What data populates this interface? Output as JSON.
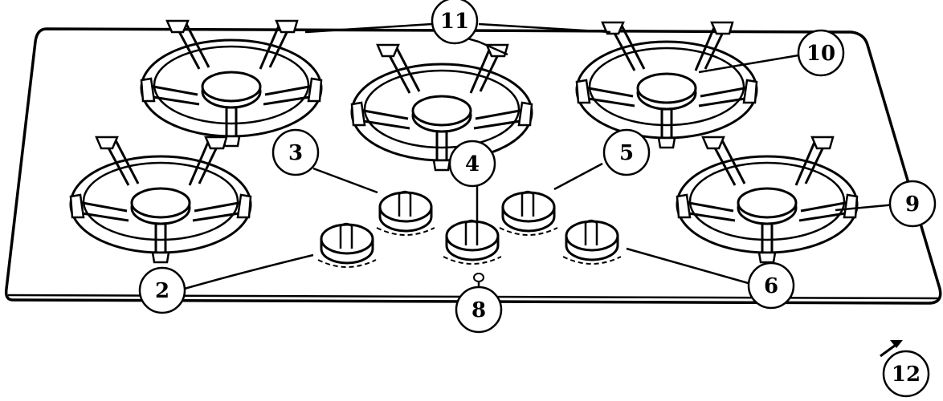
{
  "callouts": {
    "c2": "2",
    "c3": "3",
    "c4": "4",
    "c5": "5",
    "c6": "6",
    "c8": "8",
    "c9": "9",
    "c10": "10",
    "c11": "11",
    "c12": "12"
  },
  "colors": {
    "stroke": "#000000",
    "background": "#ffffff"
  }
}
